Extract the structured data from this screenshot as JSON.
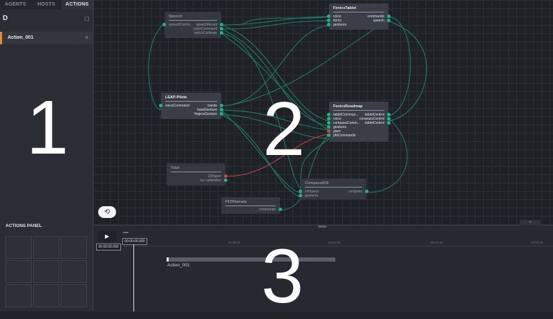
{
  "sidebar": {
    "tabs": [
      {
        "label": "AGENTS"
      },
      {
        "label": "HOSTS"
      },
      {
        "label": "ACTIONS"
      }
    ],
    "new_action_icon": "new-file-icon",
    "actions": [
      {
        "label": "Action_001",
        "remove": "×"
      }
    ],
    "panel_title": "ACTIONS PANEL",
    "annotation": "1"
  },
  "canvas": {
    "annotation": "2",
    "loop_icon": "⟲",
    "nodes": {
      "speech": {
        "title": "Speech",
        "inputs": [
          "speechComm..."
        ],
        "outputs": [
          "speechResult",
          "voiceCommand",
          "switchCalibrate"
        ]
      },
      "fenics_tablet": {
        "title": "FenicsTablet",
        "inputs": [
          "voice",
          "items",
          "gestures"
        ],
        "outputs": [
          "commands",
          "speech"
        ]
      },
      "leap": {
        "title": "LEAP-Pilote",
        "inputs": [
          "voiceCommand"
        ],
        "outputs": [
          "hands",
          "handGesture",
          "fingersGesture"
        ]
      },
      "roadmap": {
        "title": "FenicsRoadmap",
        "inputs": [
          "tabletComman...",
          "voice",
          "compassComm...",
          "gestures",
          "gaze",
          "pfdCommands"
        ],
        "outputs": [
          "tabletControl",
          "compassControl",
          "tabletControl"
        ]
      },
      "tobii": {
        "title": "Tobii",
        "outputs": [
          "IJIPgaze",
          "Ivy calibration"
        ]
      },
      "compass": {
        "title": "CompassIOS",
        "inputs": [
          "compass",
          "gestures"
        ],
        "outputs": [
          "compass"
        ]
      },
      "pfd": {
        "title": "PFDNamata",
        "outputs": [
          "commands"
        ]
      }
    }
  },
  "timeline": {
    "annotation": "3",
    "play_icon": "▶",
    "current_time": "00:00:00.000",
    "playhead_time": "00:00:00.000",
    "ticks": [
      "00:00:30",
      "00:01:00",
      "00:01:30",
      "00:02:00"
    ],
    "clip_label": "Action_001",
    "corner_icon": "×"
  }
}
